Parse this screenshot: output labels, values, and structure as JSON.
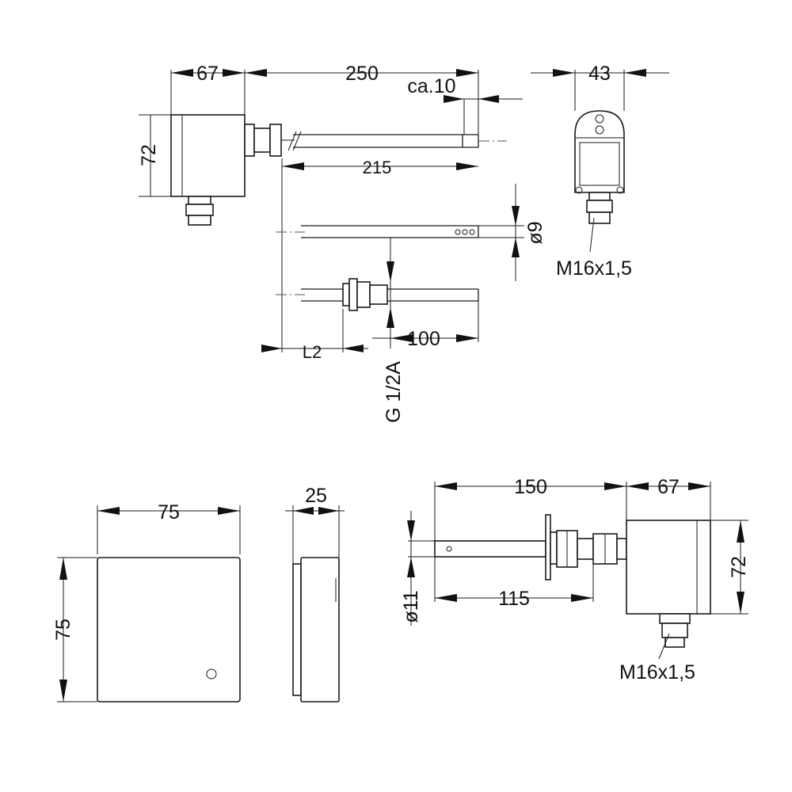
{
  "drawing_1": {
    "width_label": "67",
    "length_label": "250",
    "tip_label": "ca.10",
    "height_label": "72",
    "probe_length_label": "215",
    "diameter_label": "ø9",
    "l2_label": "L2",
    "thread_length_label": "100",
    "thread_label": "G 1/2A"
  },
  "drawing_2": {
    "depth_label": "43",
    "gland_label": "M16x1,5"
  },
  "drawing_3": {
    "width_label": "75",
    "height_label": "75"
  },
  "drawing_4": {
    "depth_label": "25"
  },
  "drawing_5": {
    "probe_length_label": "150",
    "housing_width_label": "67",
    "height_label": "72",
    "diameter_label": "ø11",
    "insertion_label": "115",
    "gland_label": "M16x1,5"
  }
}
